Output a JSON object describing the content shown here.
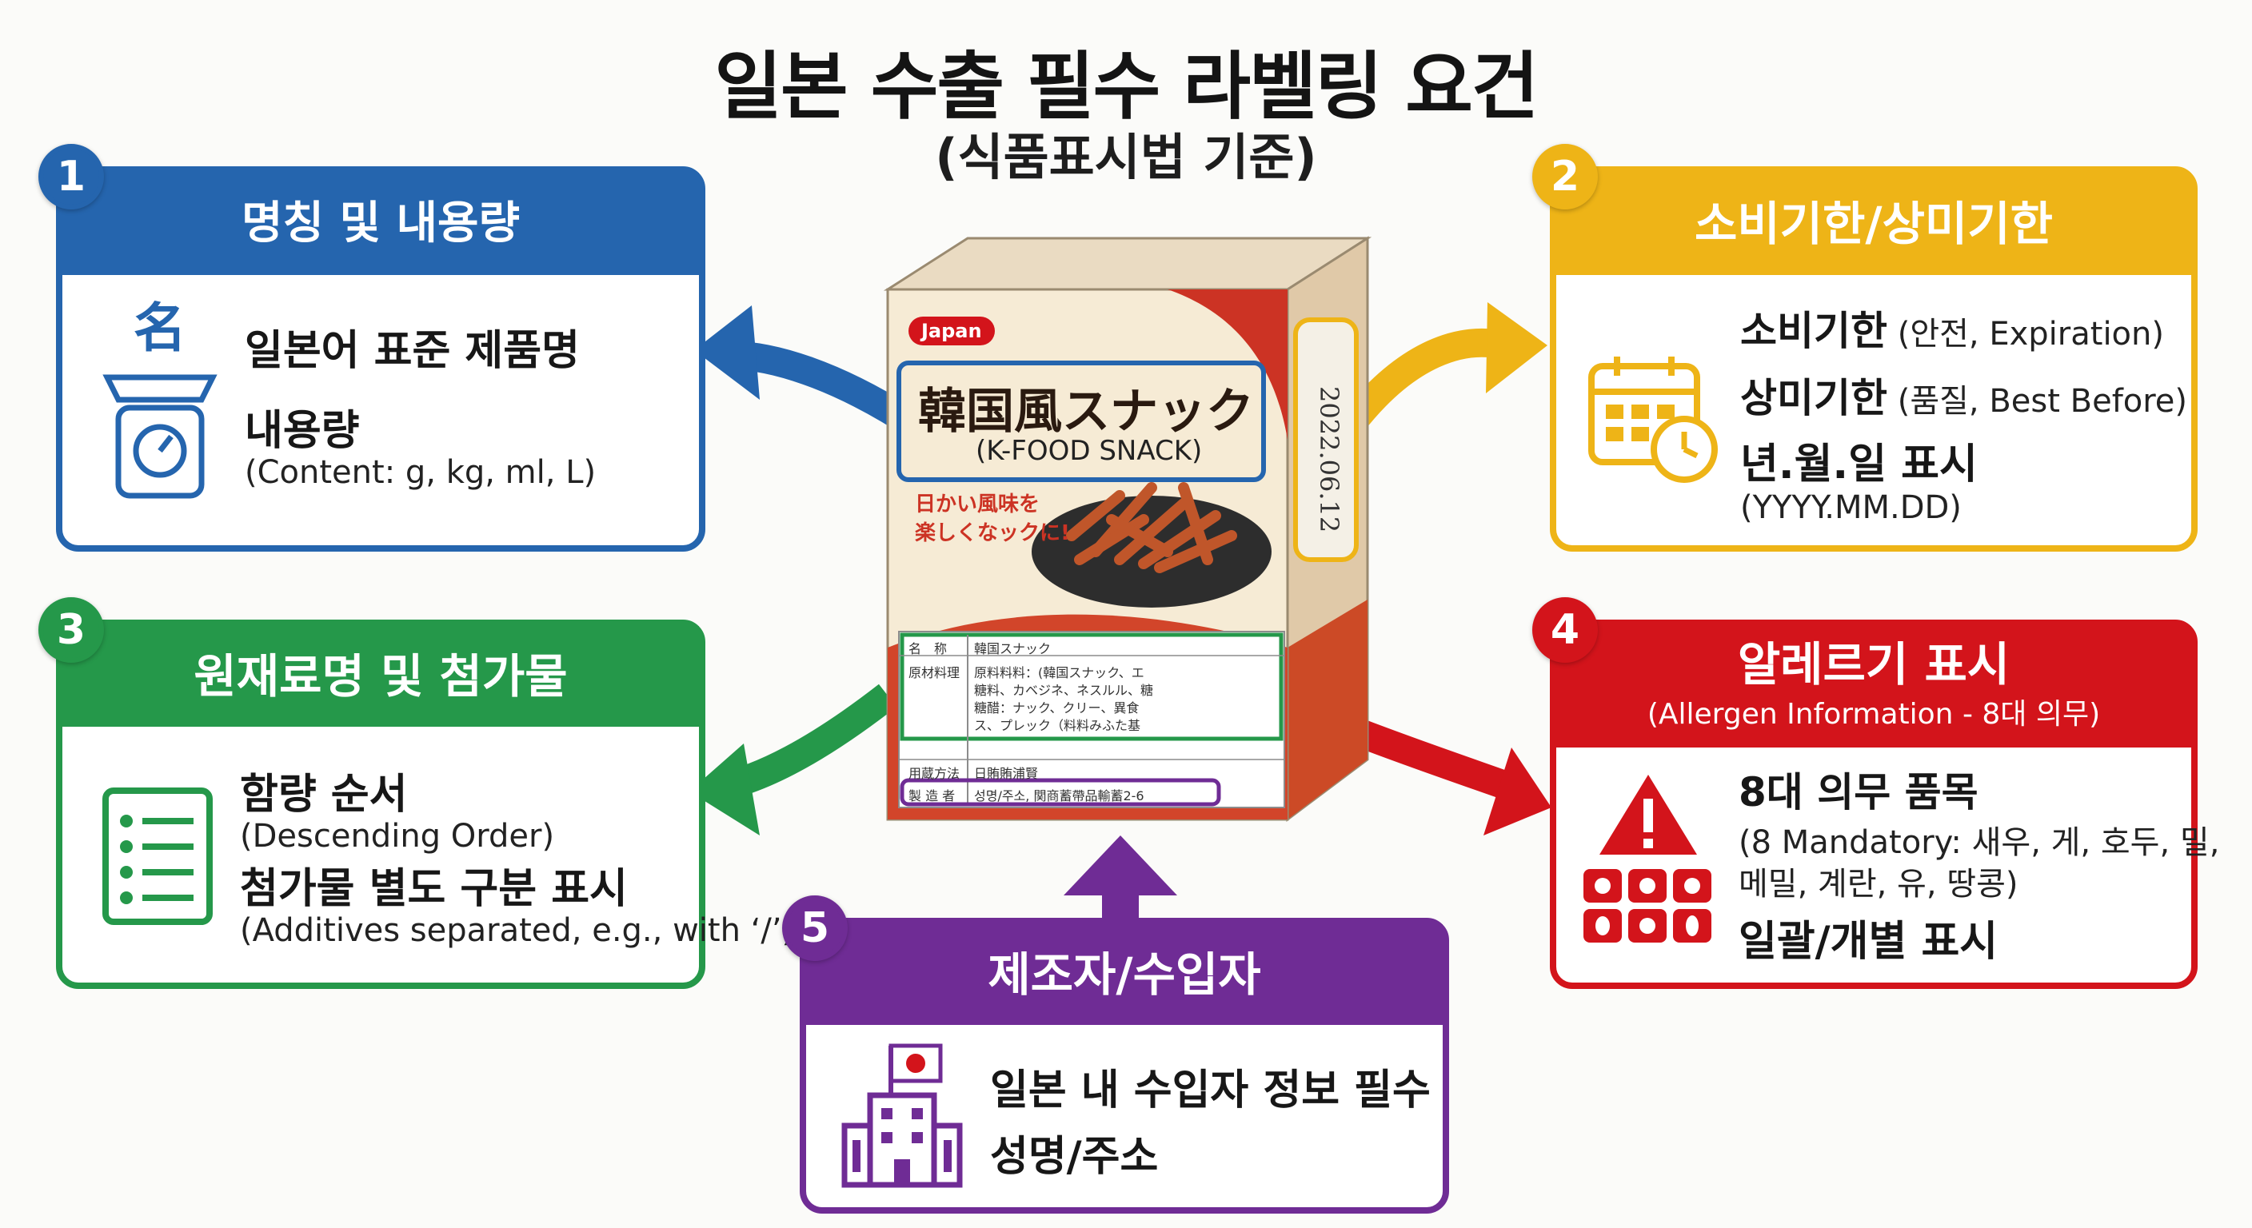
{
  "title": "일본 수출 필수 라벨링 요건",
  "subtitle": "(식품표시법 기준)",
  "colors": {
    "blue": "#2565ae",
    "yellow": "#eeb417",
    "green": "#25984a",
    "red": "#d3141b",
    "purple": "#6f2c95"
  },
  "cards": {
    "c1": {
      "num": "1",
      "title": "명칭 및 내용량",
      "icon": "scale-icon",
      "icon_glyph": "名",
      "line1": "일본어 표준 제품명",
      "line2": "내용량",
      "line3": "(Content: g, kg, ml, L)"
    },
    "c2": {
      "num": "2",
      "title": "소비기한/상미기한",
      "icon": "calendar-clock-icon",
      "line1_bold": "소비기한",
      "line1_rest": " (안전, Expiration)",
      "line2_bold": "상미기한",
      "line2_rest": " (품질, Best Before)",
      "line3": "년.월.일 표시",
      "line4": "(YYYY.MM.DD)"
    },
    "c3": {
      "num": "3",
      "title": "원재료명 및 첨가물",
      "icon": "checklist-icon",
      "line1": "함량 순서",
      "line2": "(Descending Order)",
      "line3": "첨가물 별도 구분 표시",
      "line4": "(Additives separated, e.g., with ‘/’)"
    },
    "c4": {
      "num": "4",
      "title": "알레르기 표시",
      "subtitle": "(Allergen Information - 8대 의무)",
      "icon": "allergen-warning-icon",
      "line1": "8대 의무 품목",
      "line2": "(8 Mandatory: 새우, 게, 호두, 밀,",
      "line3": "메밀, 계란, 유, 땅콩)",
      "line4": "일괄/개별 표시"
    },
    "c5": {
      "num": "5",
      "title": "제조자/수입자",
      "icon": "japan-building-icon",
      "line1": "일본 내 수입자 정보 필수",
      "line2": "성명/주소"
    }
  },
  "package": {
    "badge": "Japan",
    "name_jp": "韓国風スナック",
    "name_en": "(K-FOOD SNACK)",
    "tagline1": "日かい風味を",
    "tagline2": "楽しくなックに!",
    "date": "2022.06.12",
    "label": {
      "row1_key": "名　称",
      "row1_val": "韓国スナック",
      "row2_key": "原材料理",
      "row2_val1": "原料料料：(韓国スナック、エ",
      "row2_val2": "糖料、カベジネ、ネスルル、糖",
      "row2_val3": "糖醋：ナック、クリー、異食",
      "row2_val4": "ス、プレック（料料みふた基",
      "row3_key": "用蔵方法",
      "row3_val": "日賄賄浦賢",
      "row4_key": "製 造 者",
      "row4_val": "성명/주소, 関商蓄帶品輸蓄2-6"
    }
  }
}
